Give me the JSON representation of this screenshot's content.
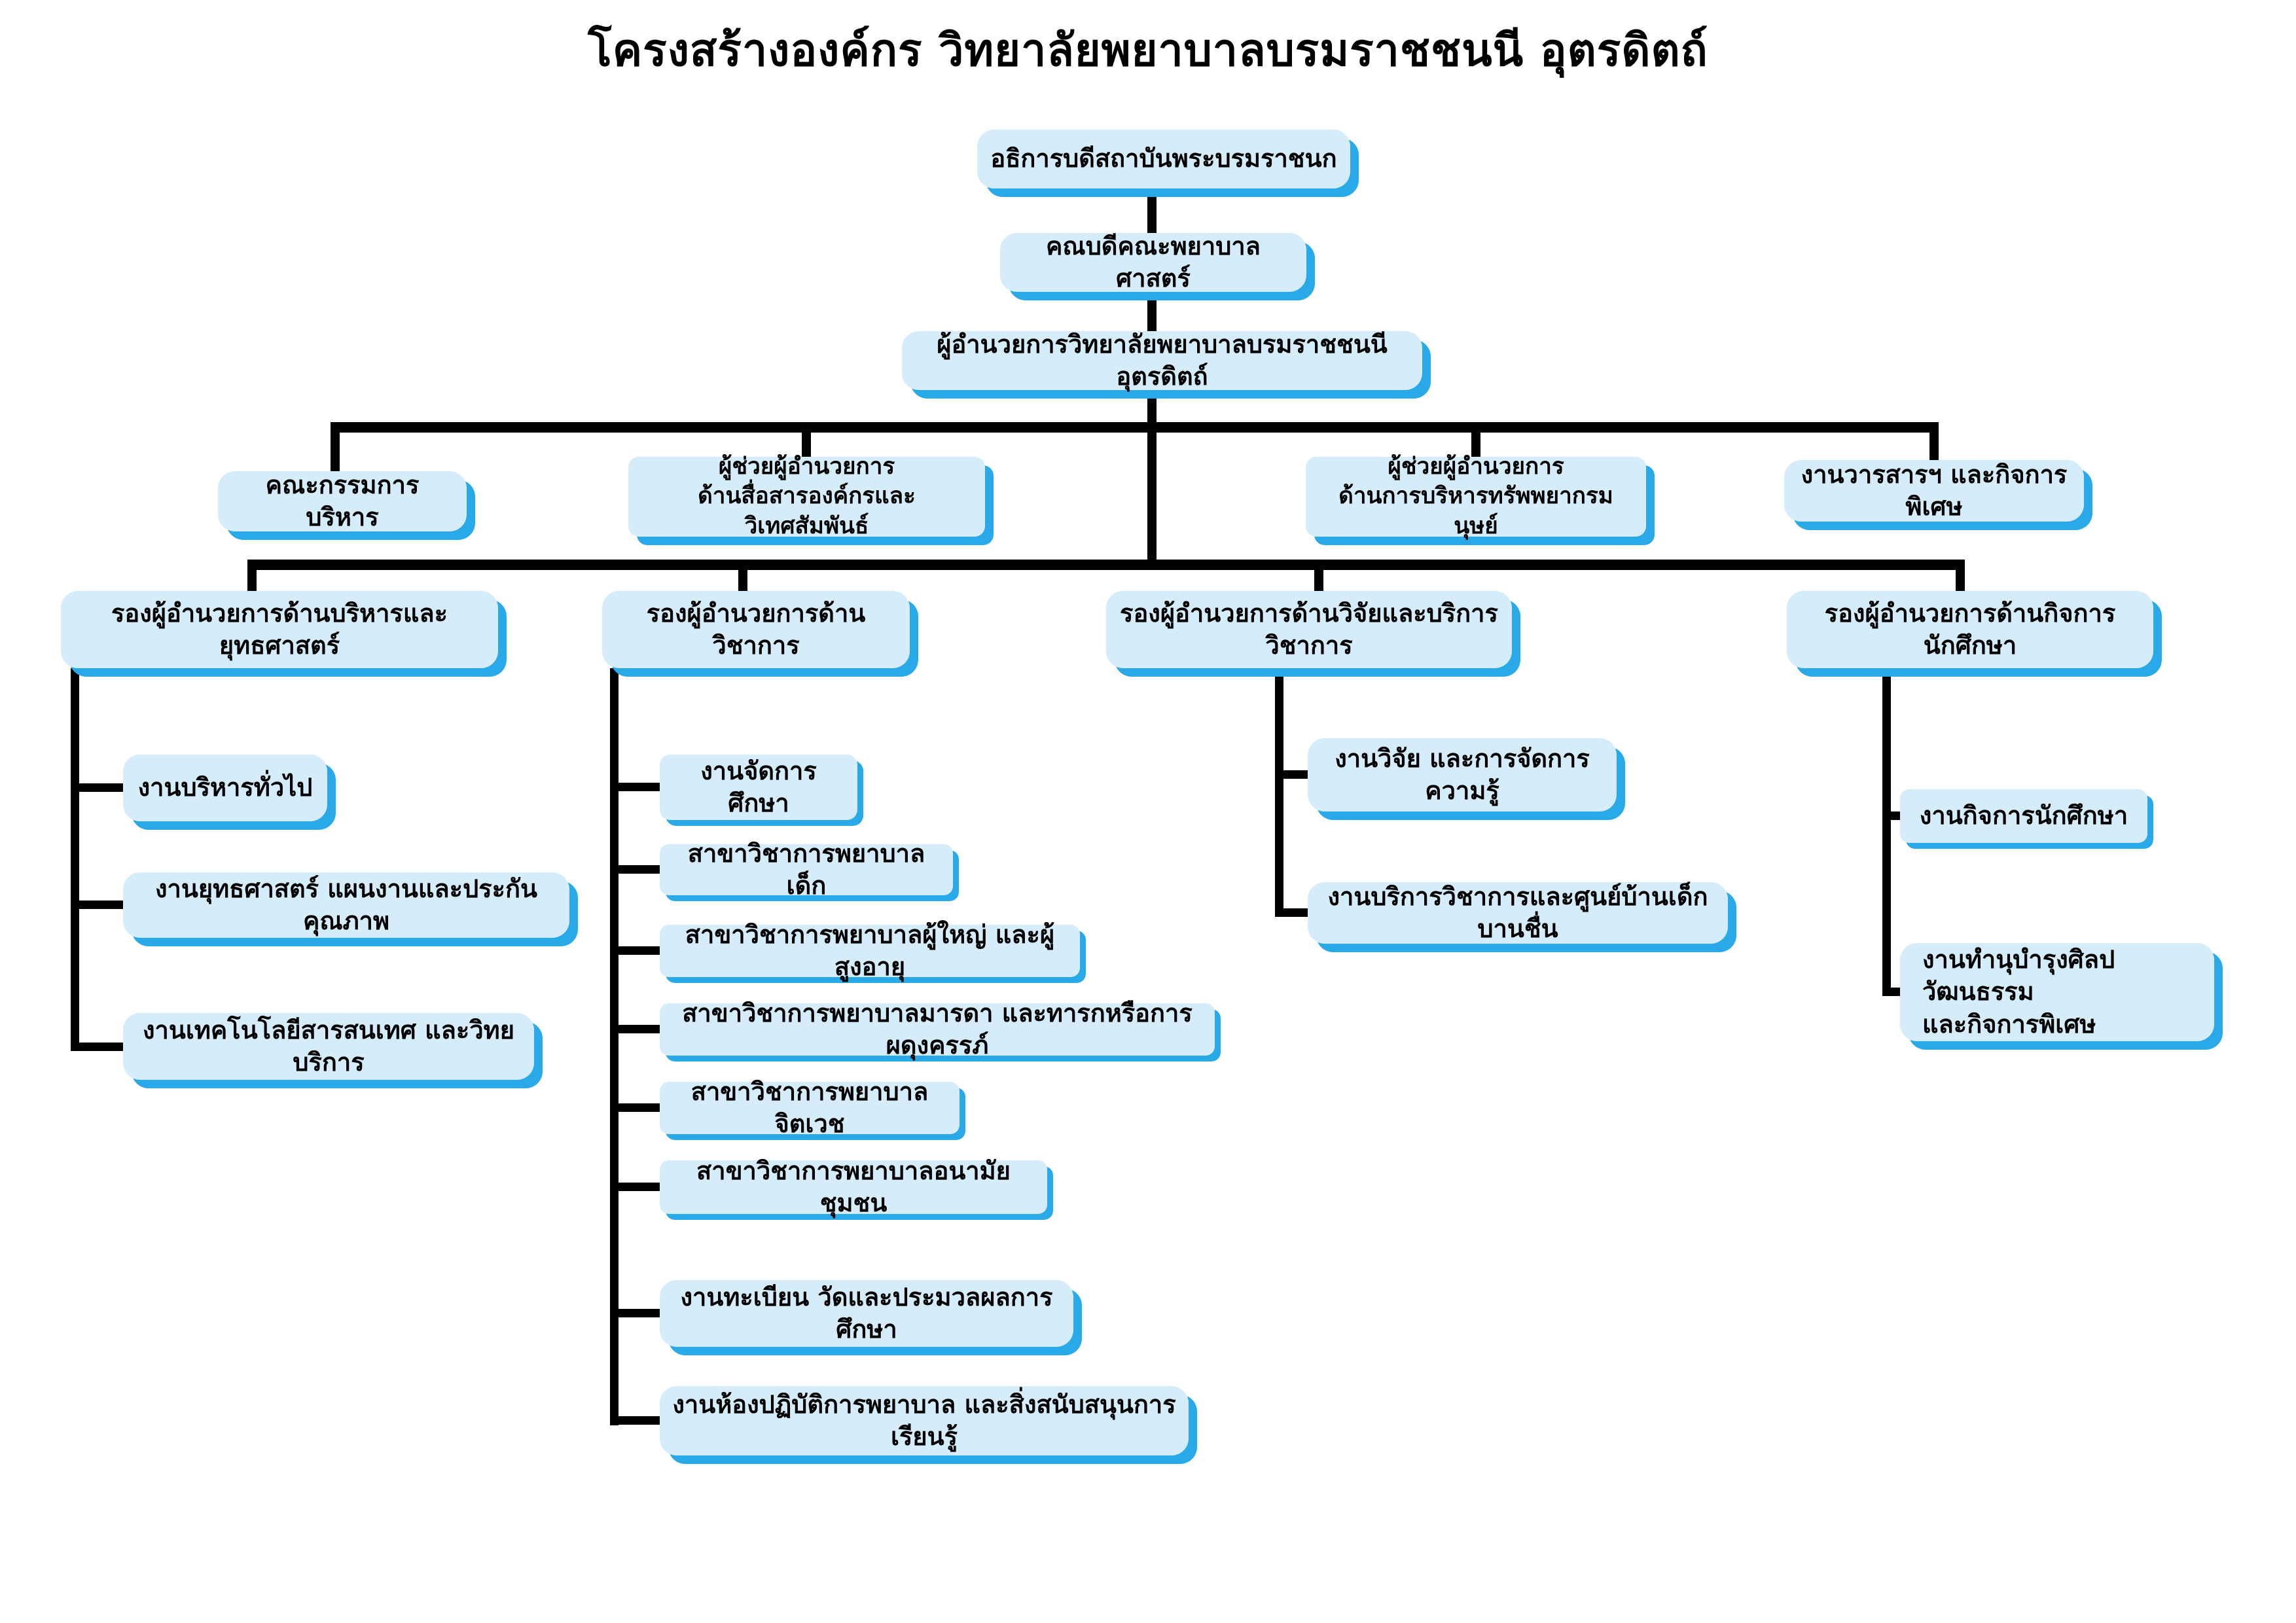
{
  "title": "โครงสร้างองค์กร วิทยาลัยพยาบาลบรมราชชนนี อุตรดิตถ์",
  "colors": {
    "box_fill": "#d5ecfb",
    "box_shadow": "#29a9e8",
    "connector": "#000000",
    "text": "#000000",
    "background": "#ffffff"
  },
  "nodes": {
    "president": {
      "label": "อธิการบดีสถาบันพระบรมราชนก"
    },
    "dean": {
      "label": "คณบดีคณะพยาบาลศาสตร์"
    },
    "director": {
      "label": "ผู้อำนวยการวิทยาลัยพยาบาลบรมราชชนนี อุตรดิตถ์"
    },
    "board": {
      "label": "คณะกรรมการบริหาร"
    },
    "asst_comm": {
      "label": "ผู้ช่วยผู้อำนวยการ\nด้านสื่อสารองค์กรและวิเทศสัมพันธ์"
    },
    "asst_hr": {
      "label": "ผู้ช่วยผู้อำนวยการ\nด้านการบริหารทรัพพยากรมนุษย์"
    },
    "journal": {
      "label": "งานวารสารฯ และกิจการพิเศษ"
    },
    "vice_admin": {
      "label": "รองผู้อำนวยการด้านบริหารและยุทธศาสตร์"
    },
    "vice_acad": {
      "label": "รองผู้อำนวยการด้านวิชาการ"
    },
    "vice_research": {
      "label": "รองผู้อำนวยการด้านวิจัยและบริการวิชาการ"
    },
    "vice_student": {
      "label": "รองผู้อำนวยการด้านกิจการนักศึกษา"
    },
    "gen_admin": {
      "label": "งานบริหารทั่วไป"
    },
    "strategy": {
      "label": "งานยุทธศาสตร์ แผนงานและประกันคุณภาพ"
    },
    "it": {
      "label": "งานเทคโนโลยีสารสนเทศ และวิทยบริการ"
    },
    "edu_mgmt": {
      "label": "งานจัดการศึกษา"
    },
    "peds": {
      "label": "สาขาวิชาการพยาบาลเด็ก"
    },
    "adult": {
      "label": "สาขาวิชาการพยาบาลผู้ใหญ่ และผู้สูงอายุ"
    },
    "maternal": {
      "label": "สาขาวิชาการพยาบาลมารดา และทารกหรือการผดุงครรภ์"
    },
    "psych": {
      "label": "สาขาวิชาการพยาบาลจิตเวช"
    },
    "community": {
      "label": "สาขาวิชาการพยาบาลอนามัยชุมชน"
    },
    "registrar": {
      "label": "งานทะเบียน วัดและประมวลผลการศึกษา"
    },
    "lab": {
      "label": "งานห้องปฏิบัติการพยาบาล และสิ่งสนับสนุนการเรียนรู้"
    },
    "research": {
      "label": "งานวิจัย และการจัดการความรู้"
    },
    "service": {
      "label": "งานบริการวิชาการและศูนย์บ้านเด็กบานชื่น"
    },
    "student_affairs": {
      "label": "งานกิจการนักศึกษา"
    },
    "culture": {
      "label": "งานทำนุบำรุงศิลปวัฒนธรรม\nและกิจการพิเศษ"
    }
  }
}
